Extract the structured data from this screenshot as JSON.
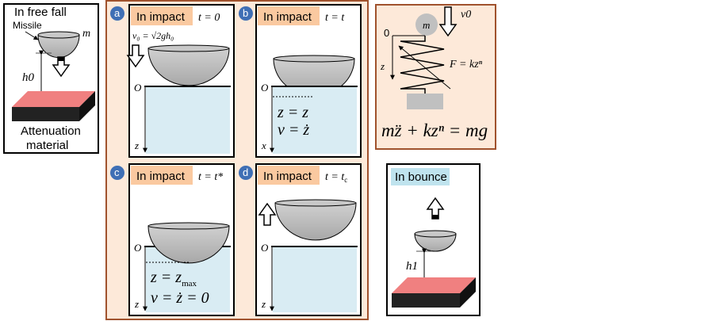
{
  "free_fall": {
    "title": "In free fall",
    "missile_label": "Missile",
    "mass": "m",
    "height": "h0",
    "material_line1": "Attenuation",
    "material_line2": "material"
  },
  "panels": [
    {
      "badge": "a",
      "title": "In impact",
      "time": "t = 0",
      "velocity": "v₀ = √2gh₀",
      "origin": "O",
      "axis": "z"
    },
    {
      "badge": "b",
      "title": "In impact",
      "time": "t = t",
      "origin": "O",
      "axis": "x",
      "eq1": "z = z",
      "eq2": "v = ż"
    },
    {
      "badge": "c",
      "title": "In impact",
      "time": "t = t*",
      "origin": "O",
      "axis": "z",
      "eq1": "z = z",
      "eq1_sub": "max",
      "eq2": "v = ż = 0"
    },
    {
      "badge": "d",
      "title": "In impact",
      "time": "t = t",
      "time_sub": "c",
      "origin": "O",
      "axis": "z"
    }
  ],
  "spring_model": {
    "mass": "m",
    "velocity": "v0",
    "origin": "0",
    "axis": "z",
    "force": "F = kzⁿ",
    "equation": "mz̈ + kzⁿ = mg"
  },
  "bounce": {
    "title": "In bounce",
    "height": "h1"
  },
  "colors": {
    "badge": "#3f6fb5",
    "title_bg": "#fac9a0",
    "panel_bg": "#fde9d9",
    "water": "#d9ecf3",
    "border_brown": "#a0522d",
    "material_top": "#f08080"
  }
}
